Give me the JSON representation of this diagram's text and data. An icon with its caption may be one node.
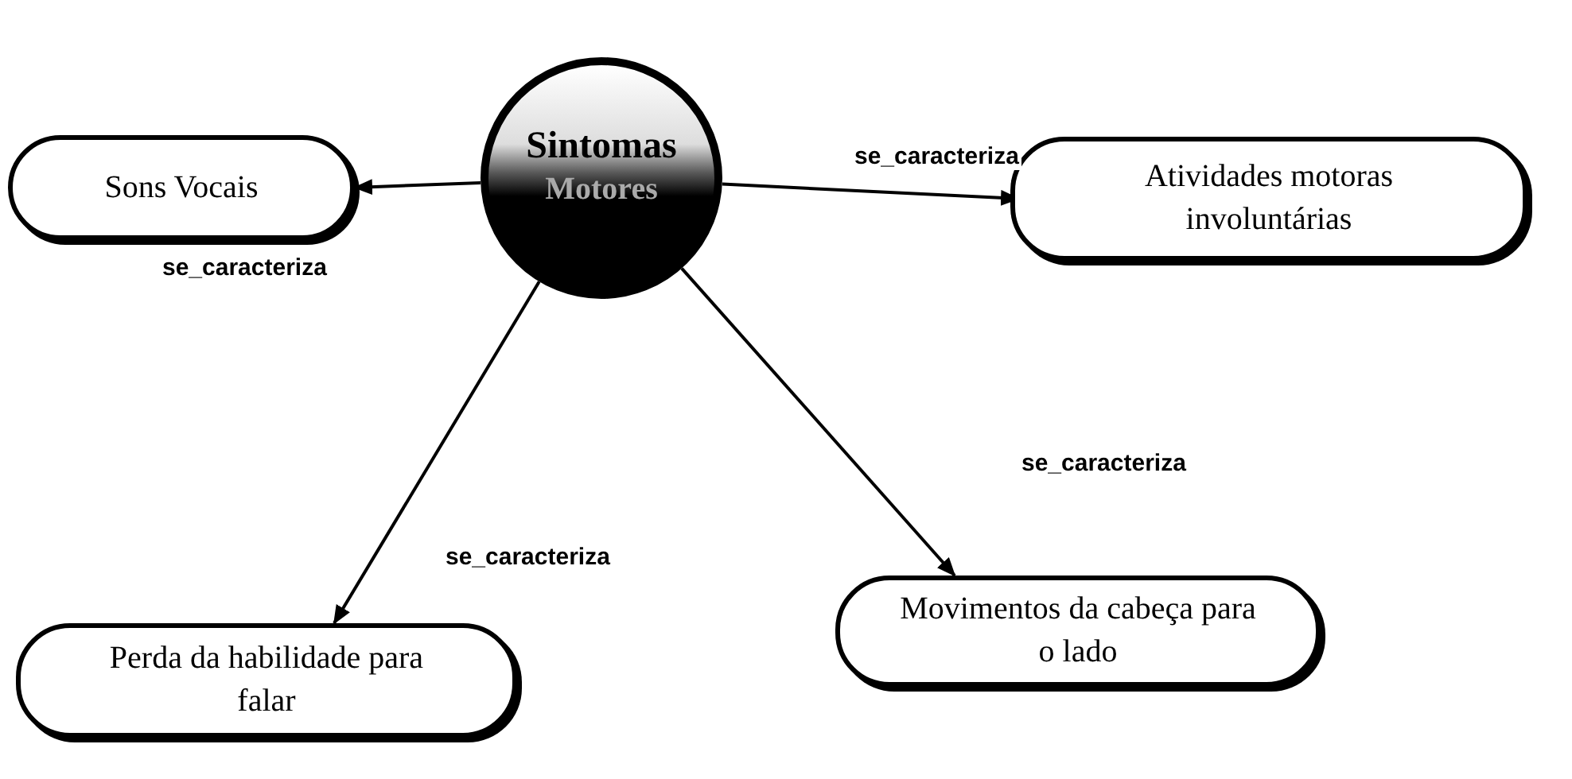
{
  "diagram": {
    "nodes": [
      {
        "text": [
          "Sintomas",
          "Motores"
        ]
      },
      {
        "text": [
          "Sons Vocais"
        ]
      },
      {
        "text": [
          "Atividades motoras involuntárias"
        ]
      },
      {
        "text": [
          "Movimentos da cabeça para o lado"
        ]
      },
      {
        "text": [
          "Perda da habilidade para falar"
        ]
      }
    ],
    "edges": [
      {
        "from": 0,
        "to": 1,
        "arrow": "to",
        "label": "se_caracteriza"
      },
      {
        "from": 0,
        "to": 2,
        "arrow": "to",
        "label": "se_caracteriza"
      },
      {
        "from": 0,
        "to": 3,
        "arrow": "to",
        "label": "se_caracteriza"
      },
      {
        "from": 0,
        "to": 4,
        "arrow": "to",
        "label": "se_caracteriza"
      }
    ]
  }
}
